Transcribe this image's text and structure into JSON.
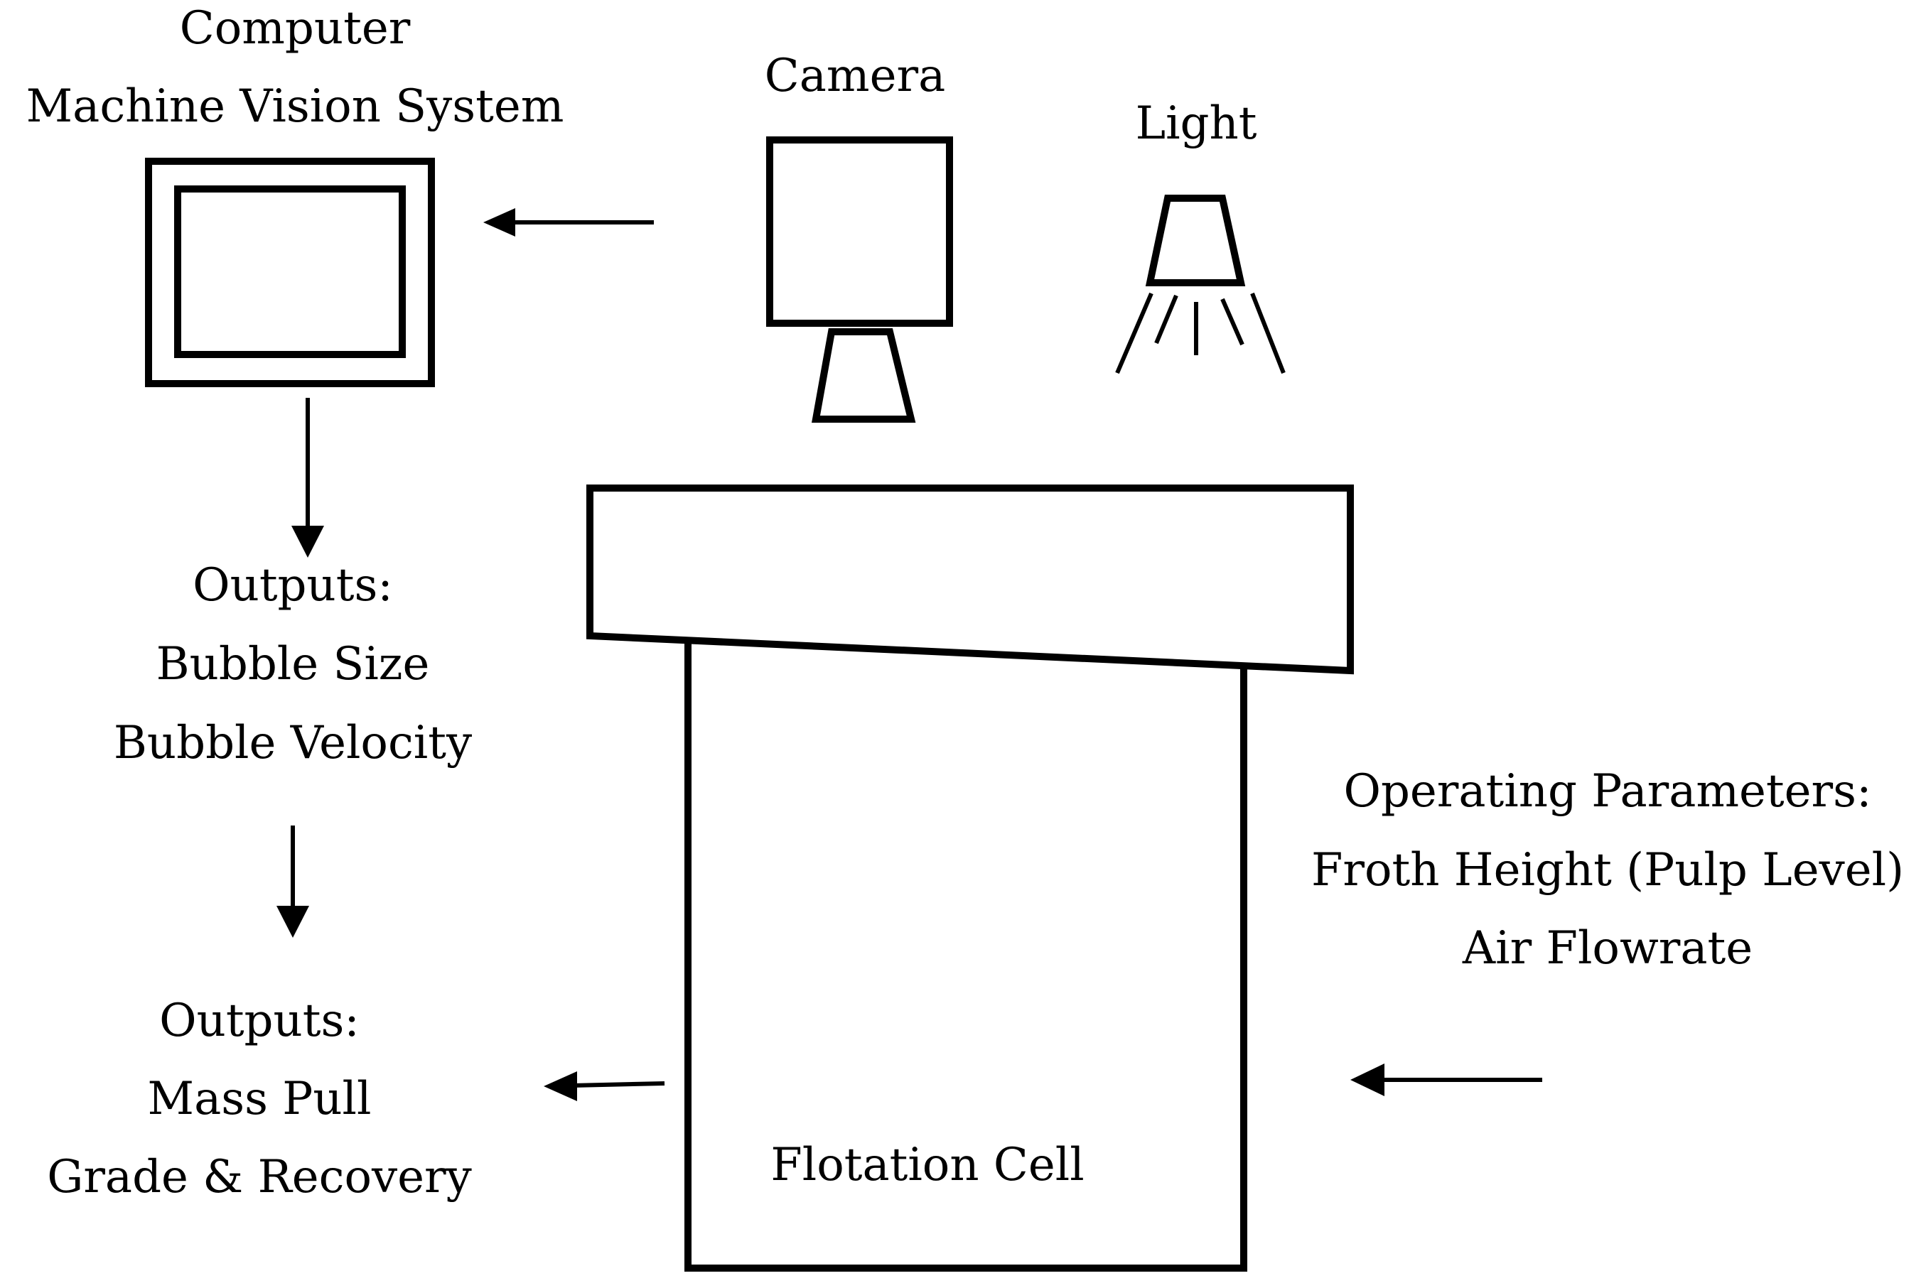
{
  "computer": {
    "title_line1": "Computer",
    "title_line2": "Machine Vision System",
    "icon": "monitor-icon"
  },
  "camera": {
    "label": "Camera",
    "icon": "camera-icon"
  },
  "light": {
    "label": "Light",
    "icon": "lamp-icon"
  },
  "image_outputs": {
    "heading": "Outputs:",
    "items": [
      "Bubble Size",
      "Bubble Velocity"
    ]
  },
  "process_outputs": {
    "heading": "Outputs:",
    "items": [
      "Mass Pull",
      "Grade & Recovery"
    ]
  },
  "operating_parameters": {
    "heading": "Operating Parameters:",
    "items": [
      "Froth Height (Pulp Level)",
      "Air Flowrate"
    ]
  },
  "flotation_cell": {
    "label": "Flotation Cell"
  },
  "colors": {
    "stroke": "#000000",
    "background": "#ffffff"
  }
}
